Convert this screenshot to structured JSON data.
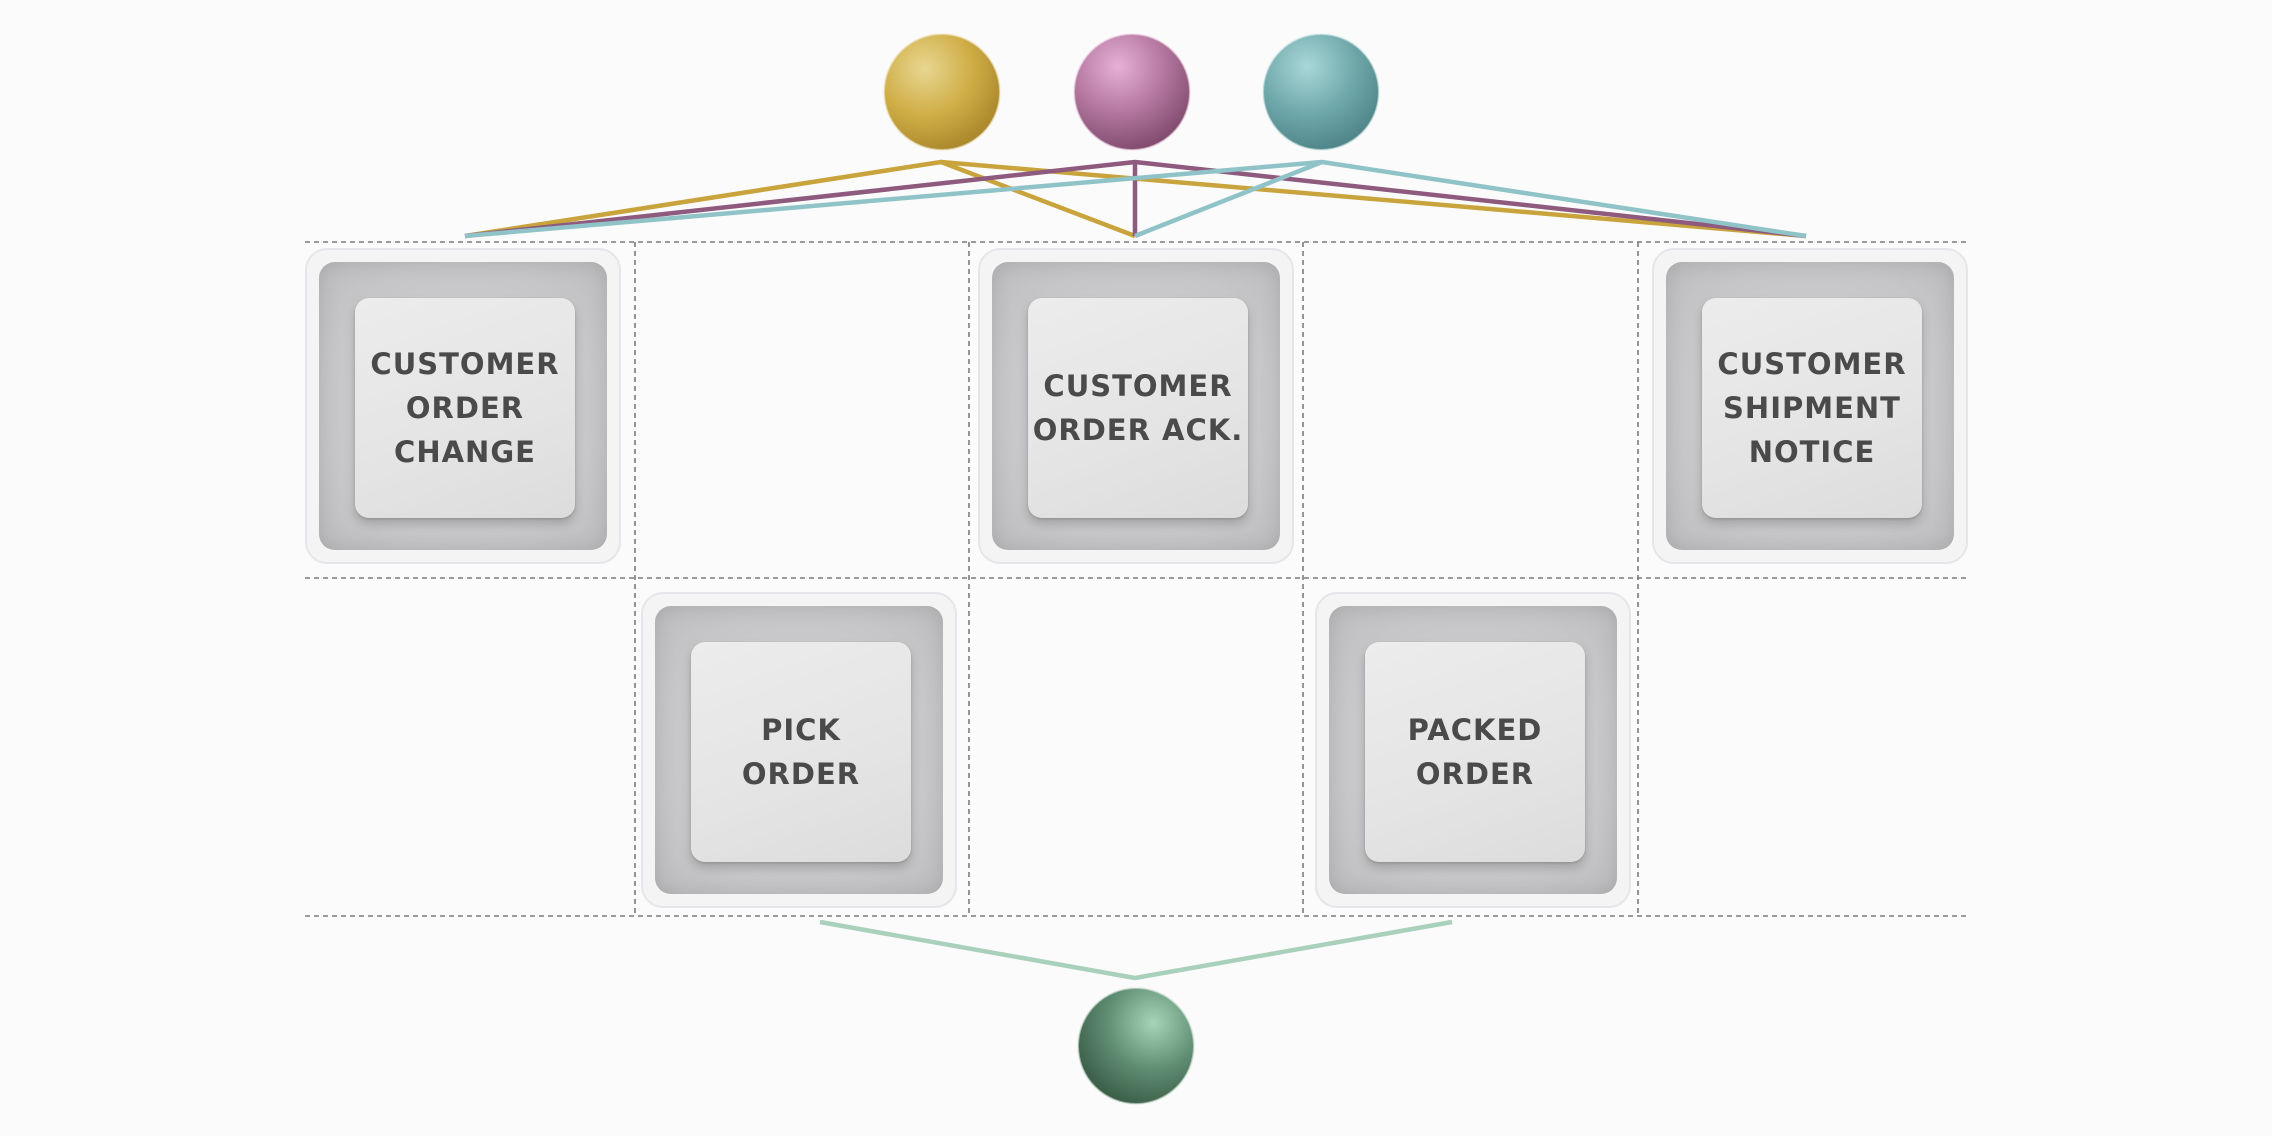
{
  "nodes": [
    {
      "id": "customer-order-change",
      "label": "CUSTOMER\nORDER\nCHANGE"
    },
    {
      "id": "customer-order-ack",
      "label": "CUSTOMER\nORDER ACK."
    },
    {
      "id": "customer-shipment-notice",
      "label": "CUSTOMER\nSHIPMENT\nNOTICE"
    },
    {
      "id": "pick-order",
      "label": "PICK\nORDER"
    },
    {
      "id": "packed-order",
      "label": "PACKED\nORDER"
    }
  ],
  "colors": {
    "gold": "#c9a43c",
    "plum": "#8e5a7e",
    "teal": "#8fc3c8",
    "green": "#a9d0ba",
    "grid": "#707070"
  },
  "spheres": [
    {
      "id": "gold-sphere",
      "color": "gold"
    },
    {
      "id": "plum-sphere",
      "color": "plum"
    },
    {
      "id": "teal-sphere",
      "color": "teal"
    },
    {
      "id": "green-sphere",
      "color": "green"
    }
  ]
}
